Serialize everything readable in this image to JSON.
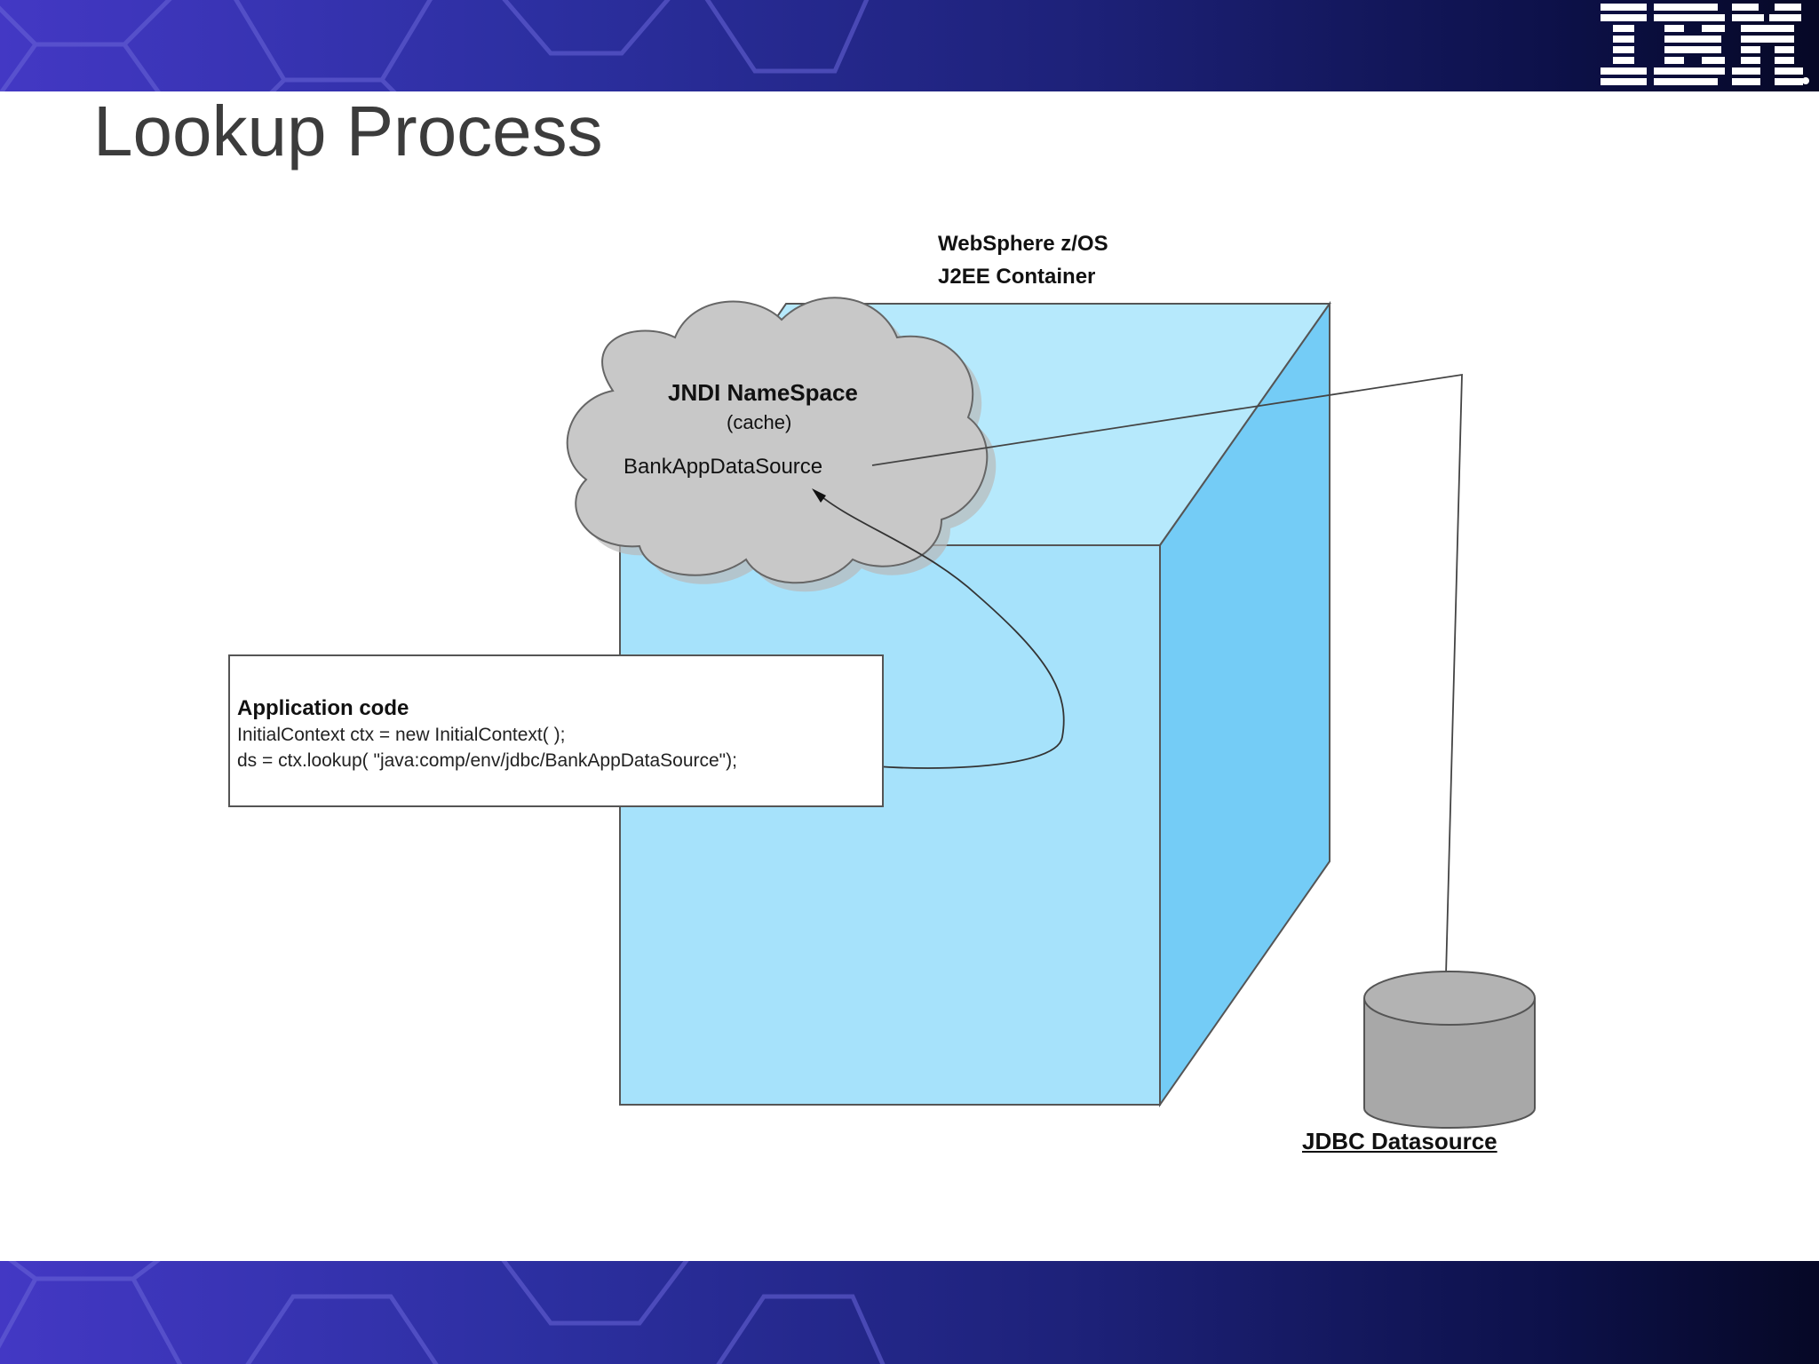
{
  "slide": {
    "title": "Lookup Process",
    "logo_text": "IBM"
  },
  "diagram": {
    "container_label_line1": "WebSphere z/OS",
    "container_label_line2": "J2EE Container",
    "namespace": {
      "title": "JNDI NameSpace",
      "subtitle": "(cache)",
      "entry": "BankAppDataSource"
    },
    "application_code": {
      "title": "Application code",
      "line1": "InitialContext ctx = new InitialContext( );",
      "line2": "ds = ctx.lookup( \"java:comp/env/jdbc/BankAppDataSource\");"
    },
    "datasource_label": "JDBC Datasource"
  },
  "colors": {
    "brand_band_start": "#4338c4",
    "brand_band_end": "#060826",
    "container_front": "#a6e2fb",
    "container_top": "#b6e9fc",
    "container_side": "#74ccf6",
    "cloud": "#c8c8c8",
    "database": "#a8a8a8"
  }
}
